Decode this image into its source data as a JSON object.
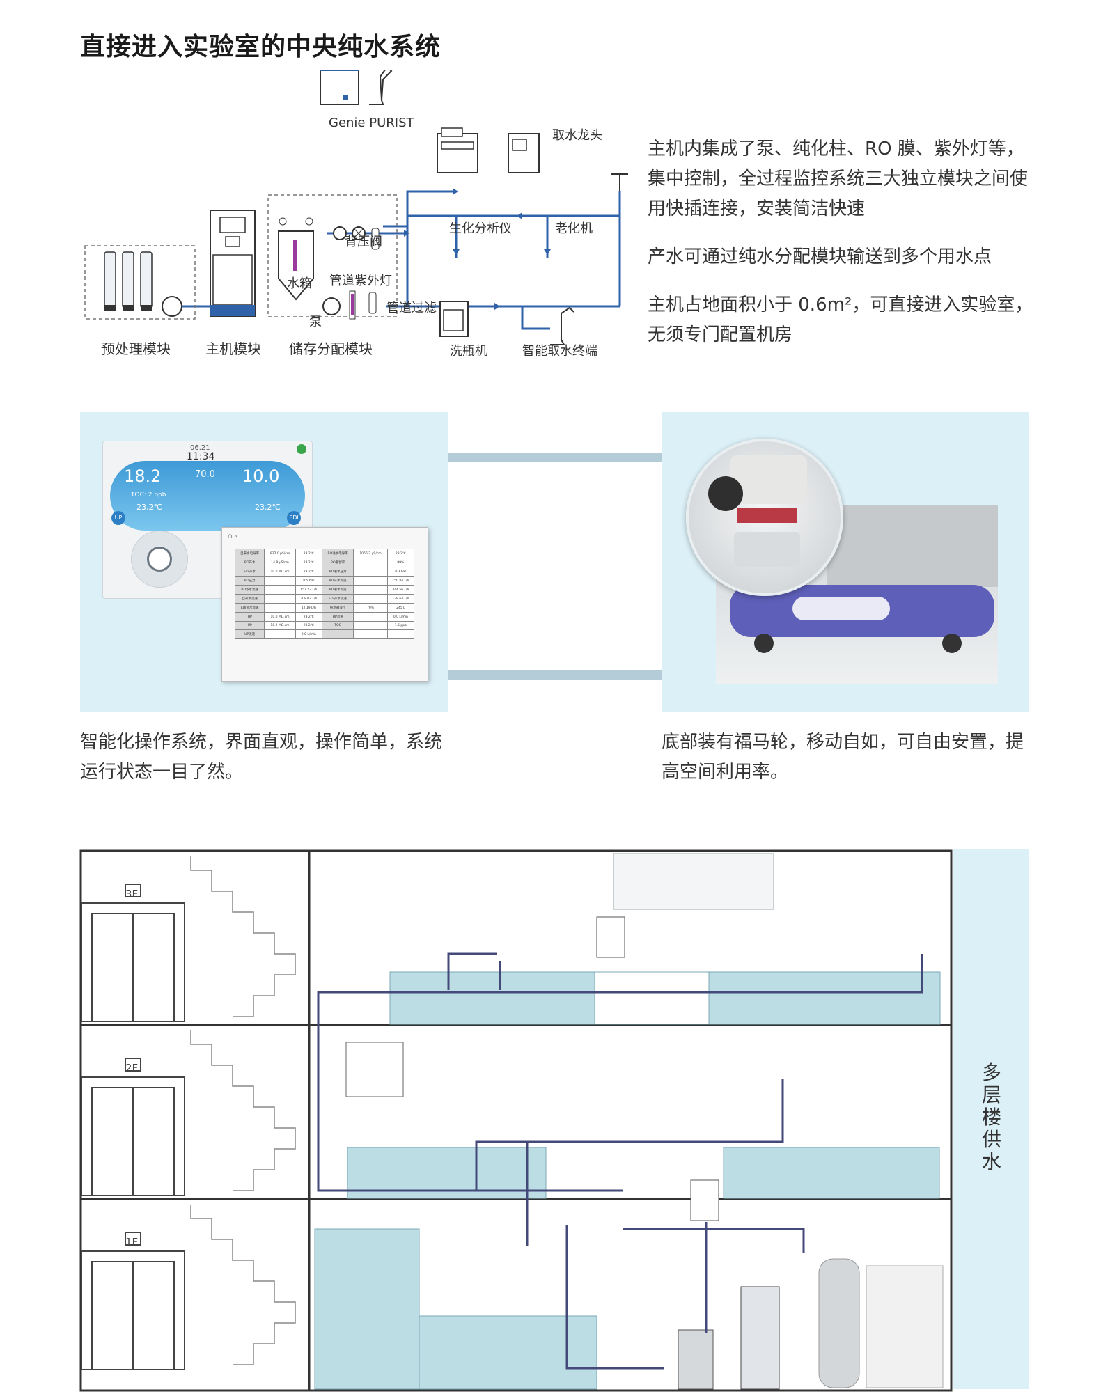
{
  "title": "直接进入实验室的中央纯水系统",
  "diagram": {
    "top_device": "Genie PURIST",
    "tap": "取水龙头",
    "biochem": "生化分析仪",
    "aging": "老化机",
    "back_valve": "背压阀",
    "tank": "水箱",
    "uv": "管道紫外灯",
    "filter": "管道过滤",
    "pump": "泵",
    "pretreat": "预处理模块",
    "main_module": "主机模块",
    "storage": "储存分配模块",
    "washer": "洗瓶机",
    "terminal": "智能取水终端"
  },
  "intro": {
    "p1": "主机内集成了泵、纯化柱、RO 膜、紫外灯等，集中控制，全过程监控系统三大独立模块之间使用快插连接，安装简洁快速",
    "p2": "产水可通过纯水分配模块输送到多个用水点",
    "p3": "主机占地面积小于 0.6m²，可直接进入实验室，无须专门配置机房"
  },
  "screen": {
    "date": "06.21",
    "time": "11:34",
    "val_left": "18.2",
    "val_center": "70.0",
    "val_right": "10.0",
    "toc": "TOC: 2 ppb",
    "temp_left": "23.2℃",
    "temp_right": "23.2℃",
    "up": "UP",
    "edi": "EDI",
    "table": [
      [
        "自来水电导率",
        "837.0 μS/cm",
        "23.2℃",
        "RO进水电导率",
        "1056.2 μS/cm",
        "23.2℃"
      ],
      [
        "RO产水",
        "14.8 μS/cm",
        "23.2℃",
        "RO截留率",
        "",
        "99%"
      ],
      [
        "EDI产水",
        "10.0 MΩ.cm",
        "23.2℃",
        "RO进水压力",
        "",
        "0.3 bar"
      ],
      [
        "RO压力",
        "",
        "8.5 bar",
        "RO产水流速",
        "",
        "150.84 L/h"
      ],
      [
        "RO浓水流速",
        "",
        "157.22 L/h",
        "RO进水流速",
        "",
        "344.56 L/h"
      ],
      [
        "自来水流速",
        "",
        "308.07 L/h",
        "EDI产水流速",
        "",
        "138.64 L/h"
      ],
      [
        "EDI浓水流速",
        "",
        "12.19 L/h",
        "纯水箱液位",
        "70%",
        "245 L"
      ],
      [
        "HP",
        "10.0 MΩ.cm",
        "23.2℃",
        "HP流速",
        "",
        "0.0 L/min"
      ],
      [
        "UP",
        "18.2 MΩ.cm",
        "23.2℃",
        "TOC",
        "",
        "1.5 ppb"
      ],
      [
        "UP流速",
        "",
        "0.0 L/min",
        "",
        "",
        ""
      ]
    ]
  },
  "captions": {
    "left": "智能化操作系统，界面直观，操作简单，系统运行状态一目了然。",
    "right": "底部装有福马轮，移动自如，可自由安置，提高空间利用率。"
  },
  "building": {
    "floors": [
      "3F",
      "2F",
      "1F"
    ],
    "side_label": "多层楼供水"
  }
}
